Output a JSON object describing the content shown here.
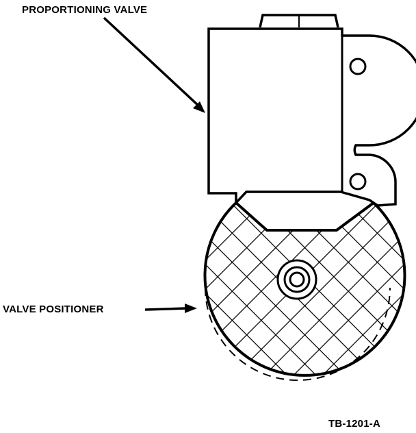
{
  "labels": {
    "proportioning_valve": "PROPORTIONING VALVE",
    "valve_positioner": "VALVE POSITIONER",
    "figure_id": "TB-1201-A"
  }
}
